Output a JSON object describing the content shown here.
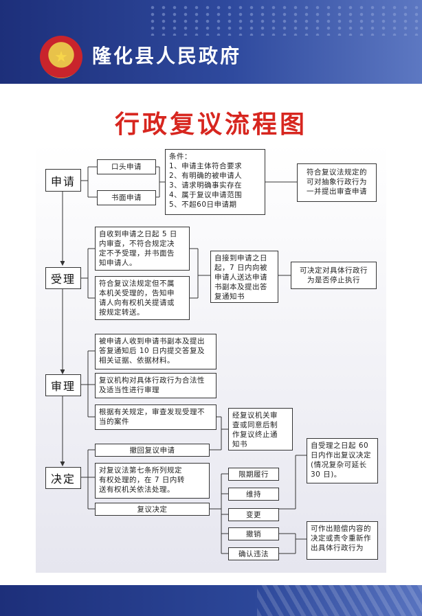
{
  "header": {
    "title": "隆化县人民政府",
    "emblem": "national-emblem-icon"
  },
  "title": "行政复议流程图",
  "stages": {
    "apply": "申请",
    "accept": "受理",
    "review": "审理",
    "decide": "决定"
  },
  "apply": {
    "oral": "口头申请",
    "written": "书面申请",
    "conditions": [
      "条件：",
      "1、申请主体符合要求",
      "2、有明确的被申请人",
      "3、请求明确事实存在",
      "4、属于复议申请范围",
      "5、不超60日申请期"
    ],
    "note": [
      "符合复议法规定的",
      "可对抽象行政行为",
      "一并提出审查申请"
    ]
  },
  "accept": {
    "box1": [
      "自收到申请之日起 5 日",
      "内审查，不符合规定决",
      "定不予受理，并书面告",
      "知申请人。"
    ],
    "box2": [
      "符合复议法规定但不属",
      "本机关受理的，告知申",
      "请人向有权机关提请或",
      "按规定转送。"
    ],
    "box3": [
      "自接到申请之日",
      "起，7 日内向被",
      "申请人送达申请",
      "书副本及提出答",
      "复通知书"
    ],
    "note": [
      "可决定对具体行政行",
      "为是否停止执行"
    ]
  },
  "review": {
    "box1": [
      "被申请人收到申请书副本及提出",
      "答复通知后 10 日内提交答复及",
      "相关证据、依据材料。"
    ],
    "box2": [
      "复议机构对具体行政行为合法性",
      "及适当性进行审理"
    ],
    "box3": [
      "根据有关规定，审查发现受理不",
      "当的案件"
    ],
    "box4": [
      "经复议机关审",
      "查或同意后制",
      "作复议终止通",
      "知书"
    ]
  },
  "decide": {
    "withdraw": "撤回复议申请",
    "transfer": [
      "对复议法第七条所列规定",
      "有权处理的，在 7 日内转",
      "送有权机关依法处理。"
    ],
    "decision": "复议决定",
    "time_note": [
      "自受理之日起 60",
      "日内作出复议决定",
      "(情况复杂可延长",
      "30 日)。"
    ],
    "outcomes": [
      "限期履行",
      "维持",
      "变更",
      "撤销",
      "确认违法"
    ],
    "comp_note": [
      "可作出赔偿内容的",
      "决定或责令重新作",
      "出具体行政行为"
    ]
  }
}
